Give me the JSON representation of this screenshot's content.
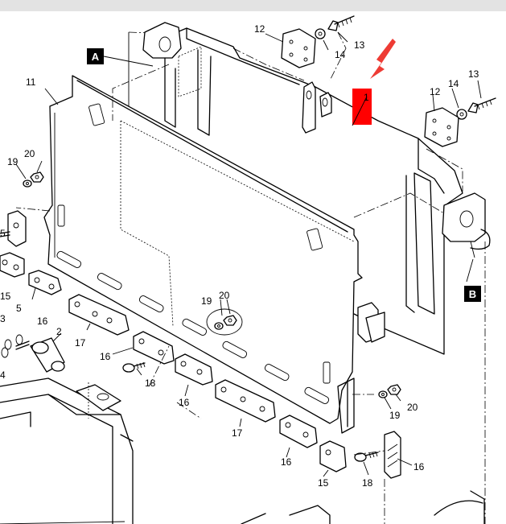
{
  "callouts": {
    "c1": "1",
    "c2": "2",
    "c3": "3",
    "c4": "4",
    "c5a": "5",
    "c5b": "5",
    "c11": "11",
    "c12a": "12",
    "c12b": "12",
    "c13a": "13",
    "c13b": "13",
    "c14a": "14",
    "c14b": "14",
    "c15a": "15",
    "c15b": "15",
    "c16a": "16",
    "c16b": "16",
    "c16c": "16",
    "c16d": "16",
    "c16e": "16",
    "c17a": "17",
    "c17b": "17",
    "c18a": "18",
    "c18b": "18",
    "c19a": "19",
    "c19b": "19",
    "c19c": "19",
    "c20a": "20",
    "c20b": "20",
    "c20c": "20"
  },
  "views": {
    "a": "A",
    "b": "B"
  },
  "colors": {
    "highlight": "#ff0000",
    "arrow": "#ee3b34",
    "line": "#000000",
    "topbar": "#e3e3e3"
  }
}
